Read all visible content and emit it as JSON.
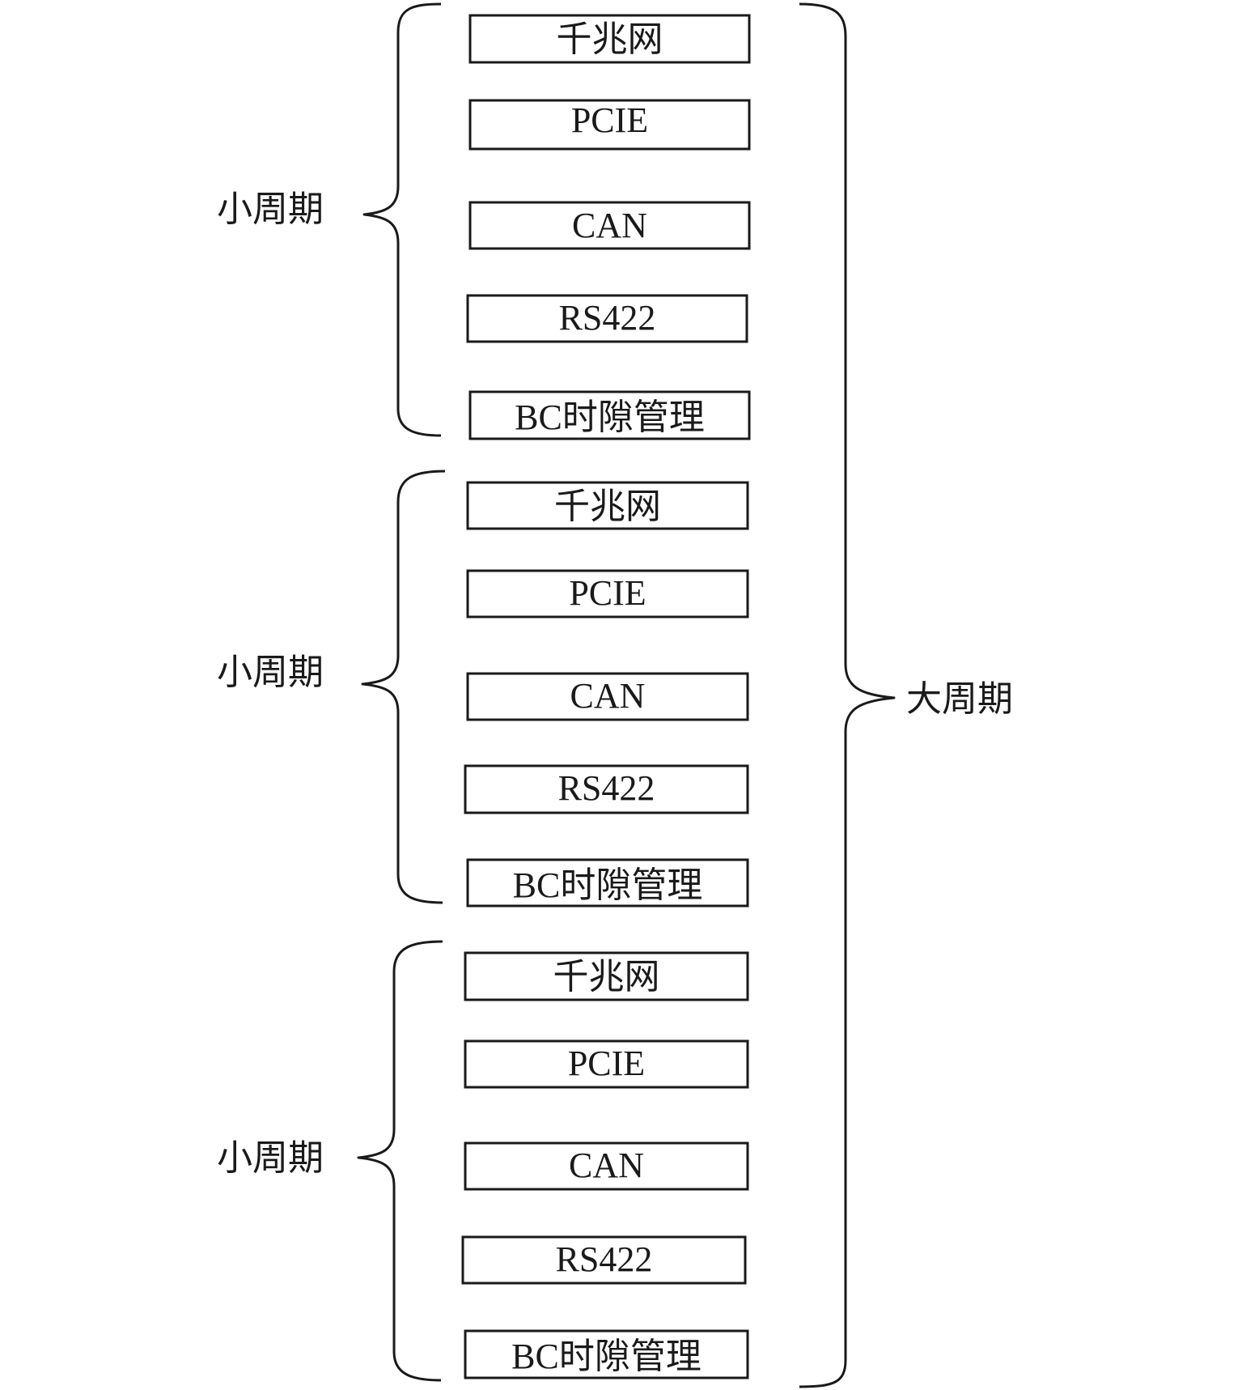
{
  "groups": [
    {
      "label": "小周期",
      "items": [
        "千兆网",
        "PCIE",
        "CAN",
        "RS422",
        "BC时隙管理"
      ]
    },
    {
      "label": "小周期",
      "items": [
        "千兆网",
        "PCIE",
        "CAN",
        "RS422",
        "BC时隙管理"
      ]
    },
    {
      "label": "小周期",
      "items": [
        "千兆网",
        "PCIE",
        "CAN",
        "RS422",
        "BC时隙管理"
      ]
    }
  ],
  "outer_label": "大周期",
  "colors": {
    "line": "#1a1a1a",
    "background": "#ffffff"
  }
}
